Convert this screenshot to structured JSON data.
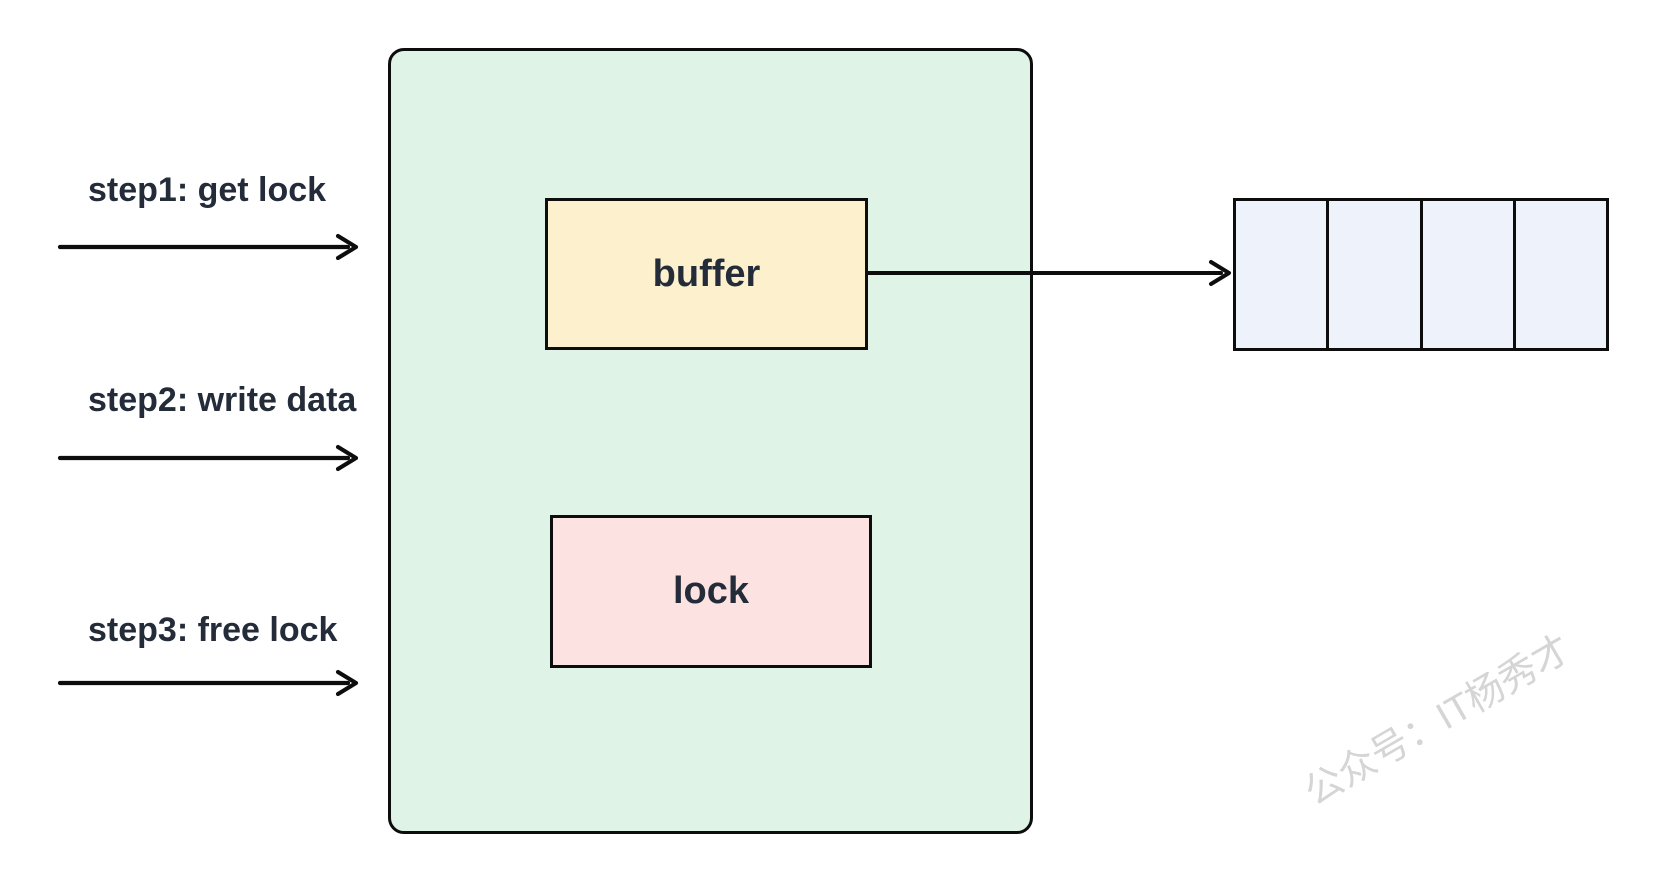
{
  "steps": [
    {
      "label": "step1: get lock"
    },
    {
      "label": "step2: write data"
    },
    {
      "label": "step3: free lock"
    }
  ],
  "container": {
    "buffer_label": "buffer",
    "lock_label": "lock"
  },
  "array": {
    "cell_count": 4
  },
  "watermark": "公众号：IT杨秀才",
  "colors": {
    "container_fill": "#dff4e7",
    "buffer_fill": "#fcf0cd",
    "lock_fill": "#fde2e2",
    "array_cell_fill": "#eef2fb",
    "stroke": "#0d0d0d",
    "text": "#242c3a",
    "watermark": "#d5d5d5",
    "page_bg": "#ffffff"
  }
}
